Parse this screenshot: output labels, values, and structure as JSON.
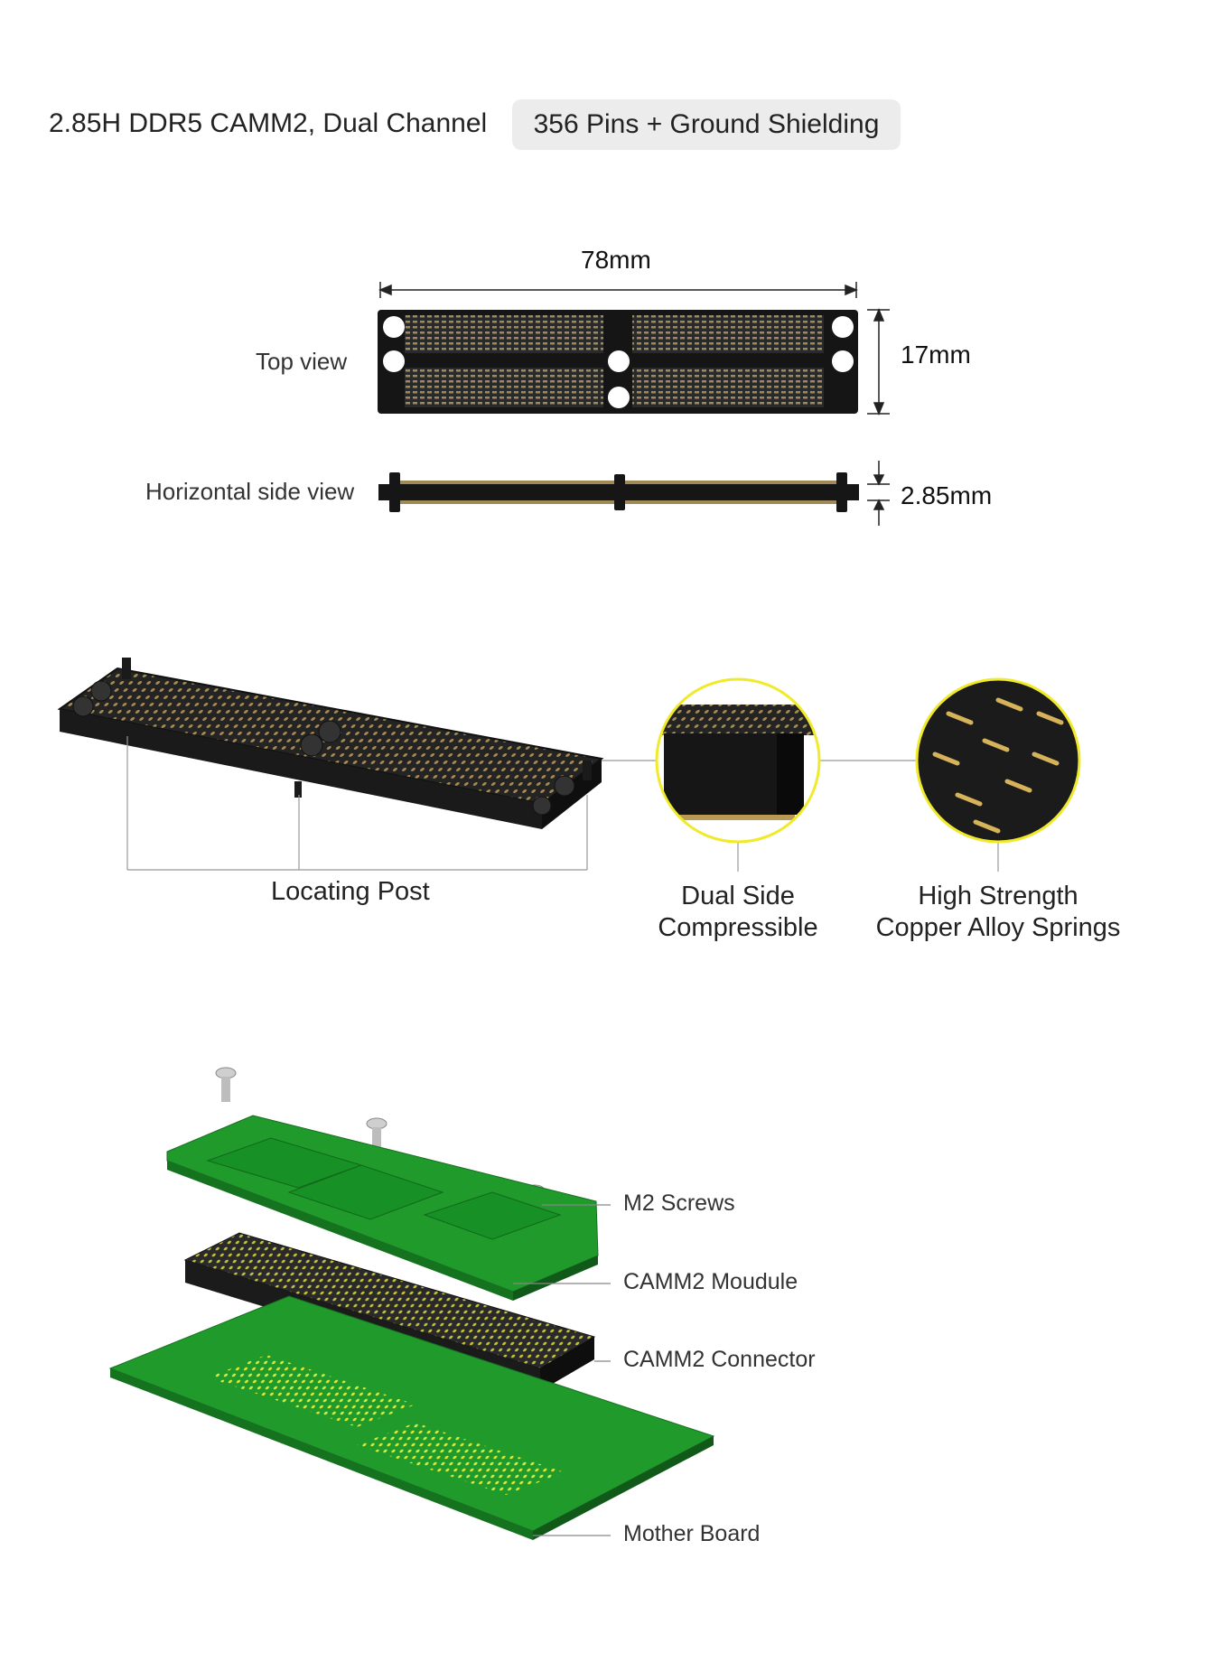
{
  "header": {
    "title": "2.85H DDR5 CAMM2, Dual Channel",
    "badge": "356 Pins + Ground Shielding"
  },
  "dimensions": {
    "top_view_label": "Top view",
    "side_view_label": "Horizontal side view",
    "width": "78mm",
    "depth": "17mm",
    "height": "2.85mm"
  },
  "features": {
    "locating_post": "Locating Post",
    "dual_side_line1": "Dual Side",
    "dual_side_line2": "Compressible",
    "springs_line1": "High Strength",
    "springs_line2": "Copper Alloy Springs"
  },
  "assembly": {
    "screws": "M2 Screws",
    "module": "CAMM2 Moudule",
    "connector": "CAMM2 Connector",
    "motherboard": "Mother Board"
  },
  "colors": {
    "connector_body": "#1c1c1c",
    "pin_gold": "#b89a55",
    "pcb_green": "#1f9a2b",
    "pad_yellow": "#d8e83a",
    "callout_ring": "#f0ea2a"
  }
}
